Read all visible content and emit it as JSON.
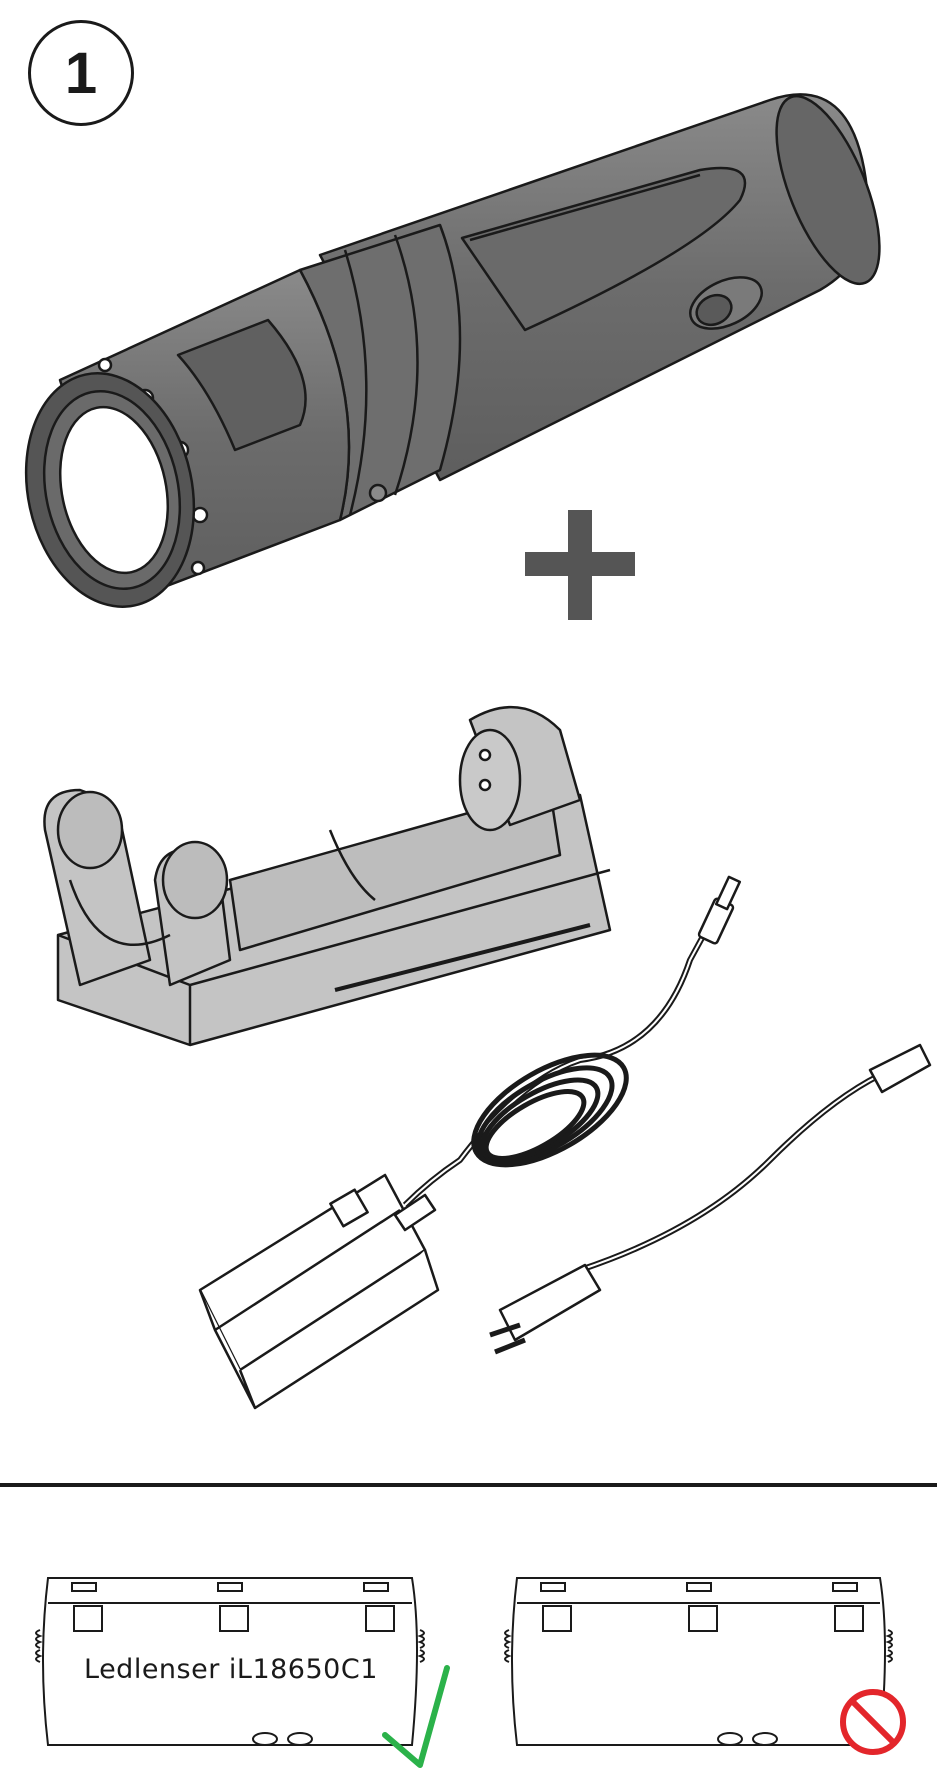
{
  "step": {
    "number": "1"
  },
  "batteries": {
    "correct": {
      "label": "Ledlenser iL18650C1",
      "status": "accepted",
      "mark_color": "#2bb24a"
    },
    "incorrect": {
      "label": "",
      "status": "rejected",
      "mark_color": "#e3262b"
    }
  },
  "colors": {
    "flashlight_body": "#727272",
    "charger_body": "#c4c4c4",
    "outline": "#1a1a1a"
  },
  "icons": [
    "plus-icon",
    "checkmark-icon",
    "prohibited-icon"
  ]
}
